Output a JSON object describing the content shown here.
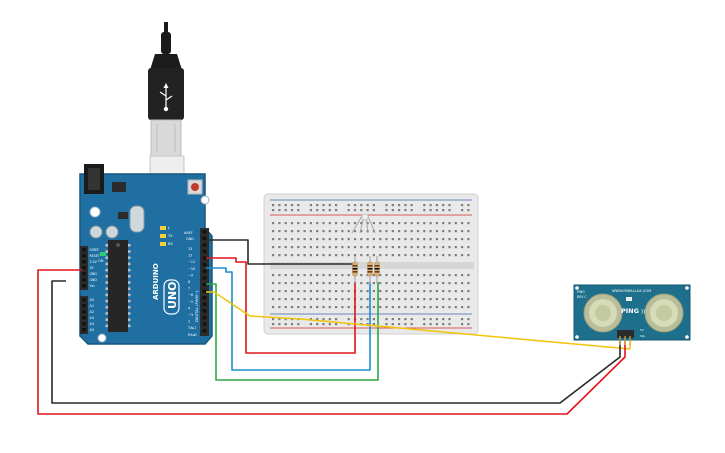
{
  "board": {
    "brand": "ARDUINO",
    "model": "UNO",
    "aref_label": "AREF",
    "gnd_label": "GND",
    "digital_label": "DIGITAL (PWM~)",
    "tx_label": "TX",
    "rx_label": "RX",
    "l_label": "L",
    "on_label": "ON",
    "power_labels": [
      "IOREF",
      "RESET",
      "3.3V",
      "5V",
      "GND",
      "GND",
      "Vin"
    ],
    "analog_labels": [
      "A0",
      "A1",
      "A2",
      "A3",
      "A4",
      "A5"
    ],
    "digital_pins": [
      "13",
      "12",
      "~11",
      "~10",
      "~9",
      "8",
      "7",
      "~6",
      "~5",
      "4",
      "~3",
      "2",
      "TX▸1",
      "RX◂0"
    ],
    "colors": {
      "pcb": "#1f6fa3",
      "pcb_edge": "#15567f",
      "header": "#2b2b2b",
      "chip": "#262626"
    }
  },
  "sensor": {
    "brand": "WWW.PARALLAX.COM",
    "model": "PING",
    "model_suffix": "))",
    "info_lines": [
      "PING",
      "REV C"
    ],
    "pin_labels": [
      "GND",
      "5V",
      "SIG"
    ],
    "colors": {
      "pcb": "#1d6f8c",
      "transducer": "#cfd6b4"
    }
  },
  "usb": {
    "icon": "usb-symbol-icon"
  },
  "wires": {
    "colors": {
      "red": "#e0141c",
      "black": "#2a2a2a",
      "blue": "#1b8ecf",
      "green": "#2aa843",
      "yellow": "#f1c40f"
    }
  }
}
